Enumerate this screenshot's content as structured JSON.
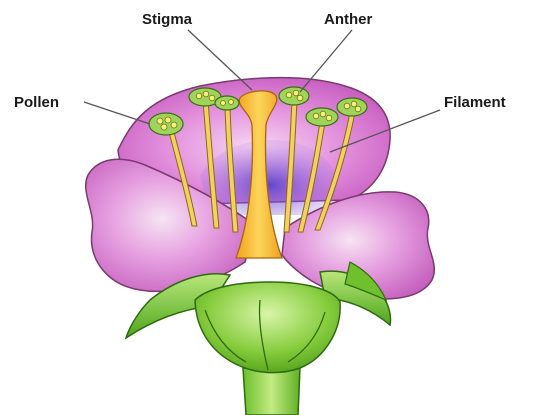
{
  "labels": {
    "stigma": "Stigma",
    "anther": "Anther",
    "pollen": "Pollen",
    "filament": "Filament"
  },
  "colors": {
    "petal": "#d96bd3",
    "petal_light": "#f3c6ef",
    "petal_outline": "#7a3a6e",
    "sepal": "#57b51f",
    "sepal_light": "#c7ec8a",
    "pistil": "#f7b93a",
    "filament": "#f2d062",
    "pollen": "#b7dc6b",
    "inner_glow": "#7b5cdc"
  }
}
